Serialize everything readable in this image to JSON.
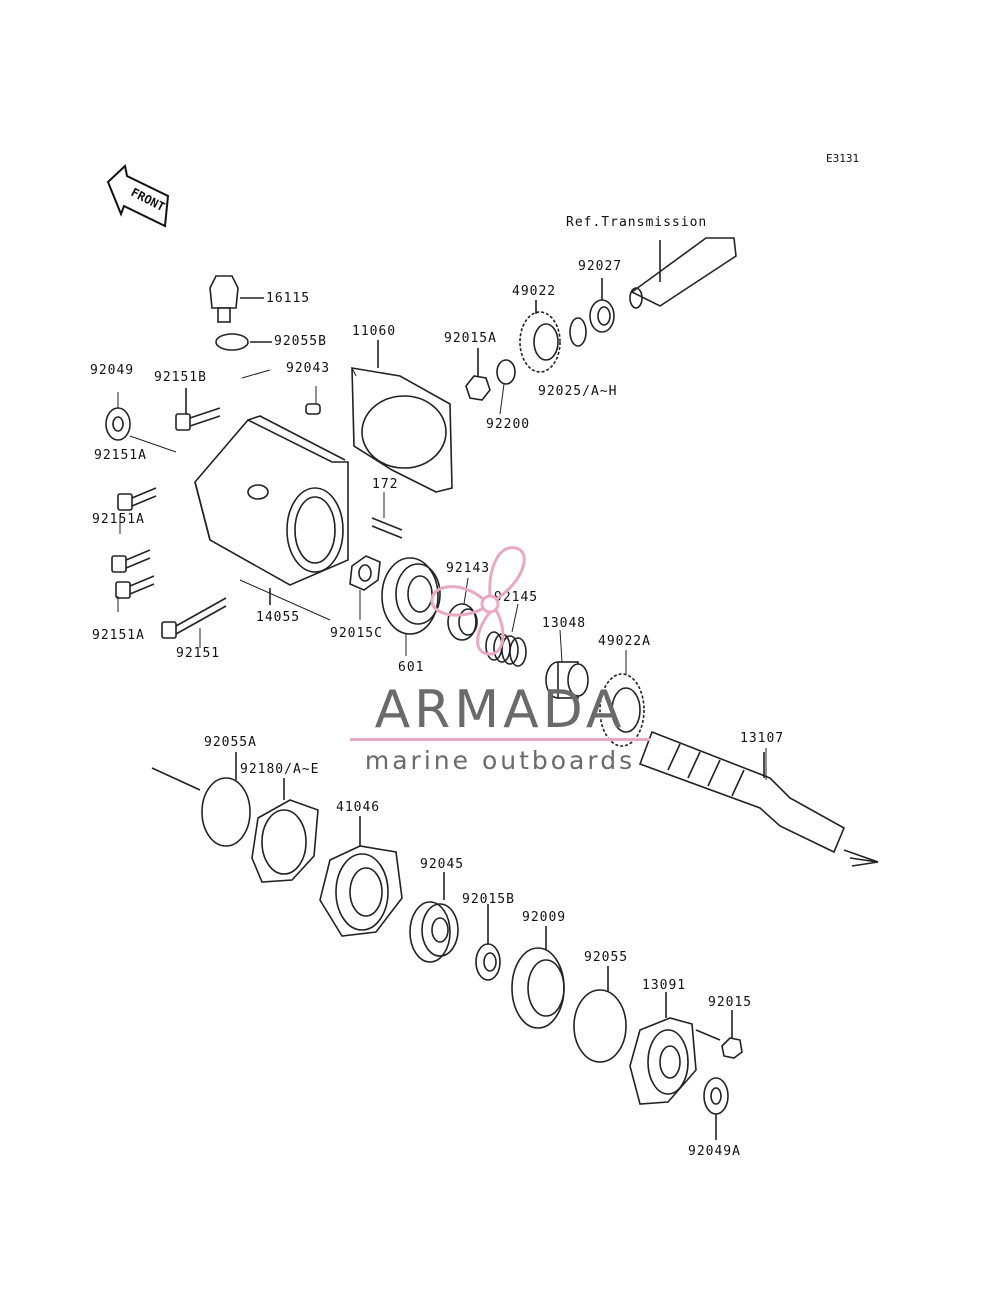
{
  "diagram": {
    "code": "E3131",
    "front_label": "FRONT",
    "ref_label": "Ref.Transmission",
    "parts": {
      "p16115": "16115",
      "p92055B": "92055B",
      "p11060": "11060",
      "p92015A": "92015A",
      "p49022": "49022",
      "p92027": "92027",
      "p92049": "92049",
      "p92151B": "92151B",
      "p92043": "92043",
      "p92151A_1": "92151A",
      "p92025": "92025/A~H",
      "p92200": "92200",
      "p172": "172",
      "p92151A_2": "92151A",
      "p92143": "92143",
      "p92145": "92145",
      "p13048": "13048",
      "p49022A": "49022A",
      "p14055": "14055",
      "p92151A_3": "92151A",
      "p92015C": "92015C",
      "p92151": "92151",
      "p601": "601",
      "p13107": "13107",
      "p92055A": "92055A",
      "p92180": "92180/A~E",
      "p41046": "41046",
      "p92045": "92045",
      "p92015B": "92015B",
      "p92009": "92009",
      "p92055": "92055",
      "p13091": "13091",
      "p92015": "92015",
      "p92049A": "92049A"
    }
  },
  "watermark": {
    "title": "ARMADA",
    "subtitle": "marine outboards",
    "accent_color": "#e7a9c4"
  }
}
